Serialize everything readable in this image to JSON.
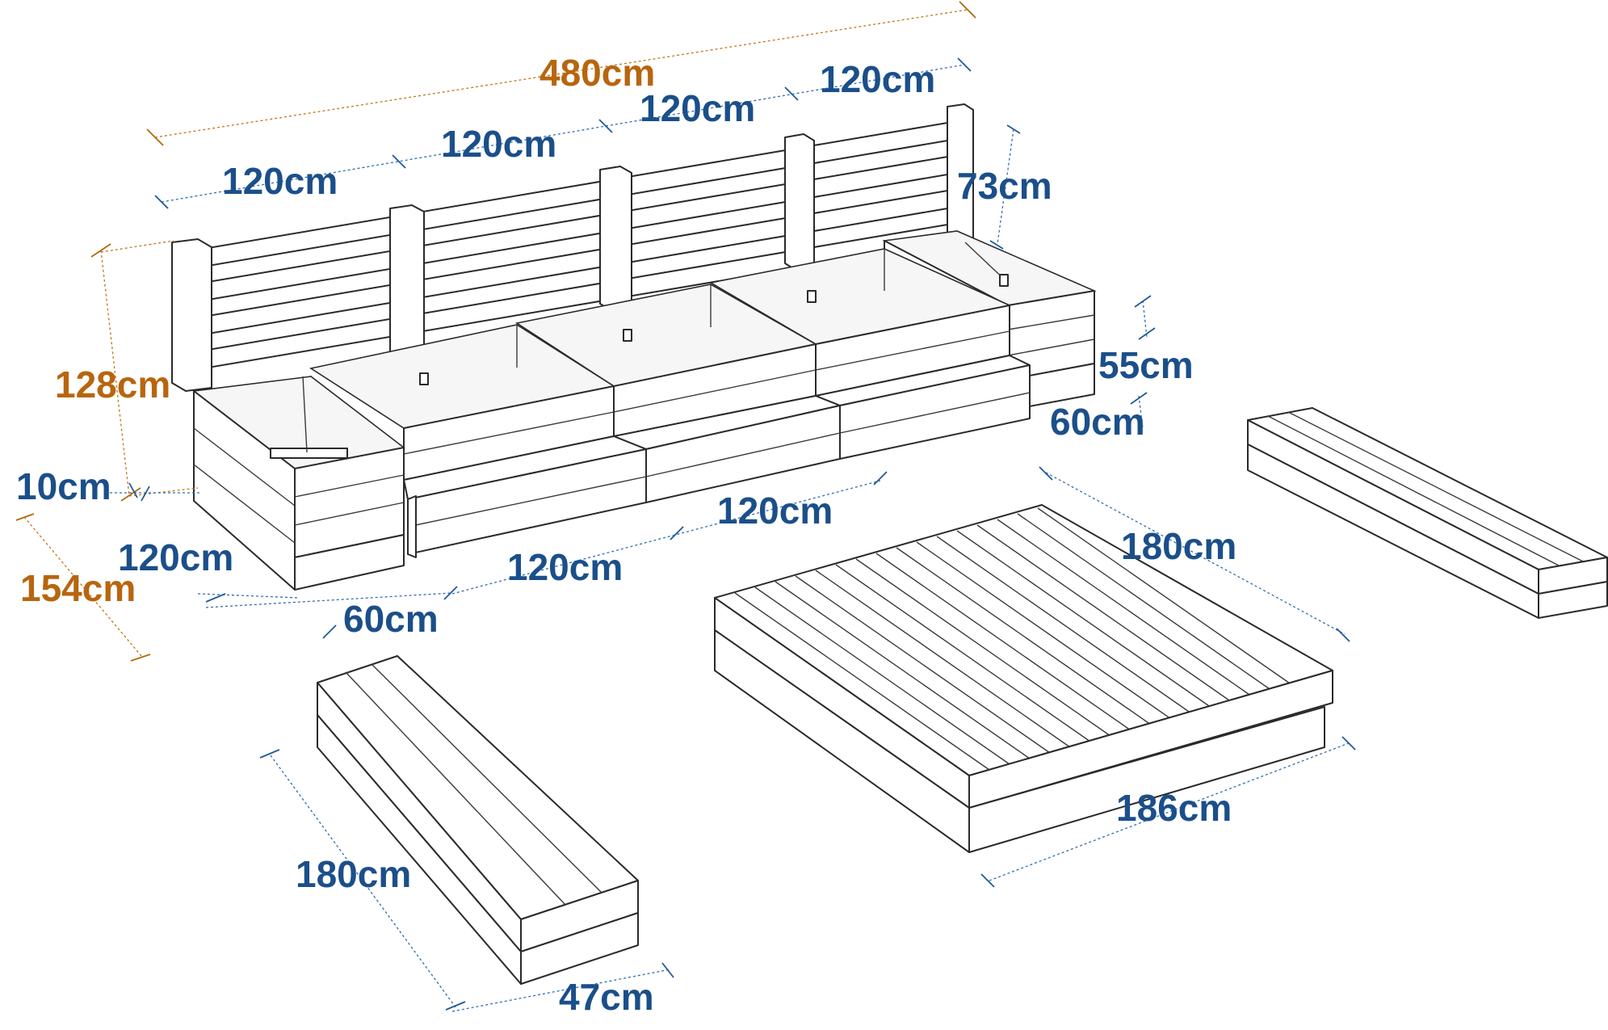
{
  "colors": {
    "dimension_blue": "#1b4f8a",
    "dimension_orange": "#b8650f",
    "outline": "#2a2a2a",
    "background": "#ffffff"
  },
  "dimensions": {
    "total_length": "480cm",
    "back_segment_1": "120cm",
    "back_segment_2": "120cm",
    "back_segment_3": "120cm",
    "back_segment_4": "120cm",
    "back_height": "73cm",
    "total_height": "128cm",
    "base_offset": "10cm",
    "total_depth": "154cm",
    "left_module_width": "120cm",
    "front_width": "60cm",
    "front_segment_1": "120cm",
    "front_segment_2": "120cm",
    "right_box_height": "55cm",
    "right_box_depth": "60cm",
    "platform_depth": "180cm",
    "platform_width": "186cm",
    "bench_length": "180cm",
    "bench_width": "47cm"
  }
}
